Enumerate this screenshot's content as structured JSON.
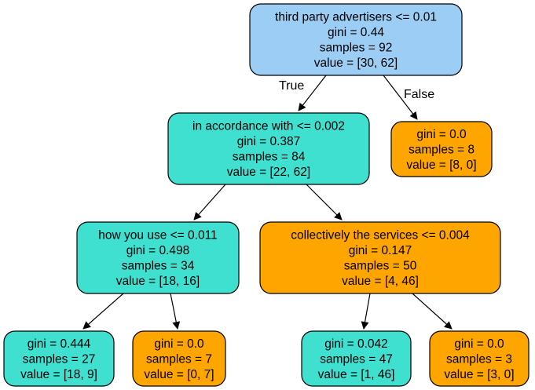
{
  "colors": {
    "blue": "#9ccdf5",
    "teal": "#3fe0d0",
    "orange": "#ffa500",
    "border": "#000000"
  },
  "nodes": [
    {
      "id": "n0",
      "color": "blue",
      "lines": [
        "third party advertisers <= 0.01",
        "gini = 0.44",
        "samples = 92",
        "value = [30, 62]"
      ]
    },
    {
      "id": "n1",
      "color": "teal",
      "lines": [
        "in accordance with <= 0.002",
        "gini = 0.387",
        "samples = 84",
        "value = [22, 62]"
      ]
    },
    {
      "id": "n2",
      "color": "orange",
      "lines": [
        "gini = 0.0",
        "samples = 8",
        "value = [8, 0]"
      ]
    },
    {
      "id": "n3",
      "color": "teal",
      "lines": [
        "how you use <= 0.011",
        "gini = 0.498",
        "samples = 34",
        "value = [18, 16]"
      ]
    },
    {
      "id": "n4",
      "color": "orange",
      "lines": [
        "collectively the services <= 0.004",
        "gini = 0.147",
        "samples = 50",
        "value = [4, 46]"
      ]
    },
    {
      "id": "n5",
      "color": "teal",
      "lines": [
        "gini = 0.444",
        "samples = 27",
        "value = [18, 9]"
      ]
    },
    {
      "id": "n6",
      "color": "orange",
      "lines": [
        "gini = 0.0",
        "samples = 7",
        "value = [0, 7]"
      ]
    },
    {
      "id": "n7",
      "color": "teal",
      "lines": [
        "gini = 0.042",
        "samples = 47",
        "value = [1, 46]"
      ]
    },
    {
      "id": "n8",
      "color": "orange",
      "lines": [
        "gini = 0.0",
        "samples = 3",
        "value = [3, 0]"
      ]
    }
  ],
  "edges": [
    {
      "from": "n0",
      "to": "n1",
      "label": "True"
    },
    {
      "from": "n0",
      "to": "n2",
      "label": "False"
    },
    {
      "from": "n1",
      "to": "n3",
      "label": ""
    },
    {
      "from": "n1",
      "to": "n4",
      "label": ""
    },
    {
      "from": "n3",
      "to": "n5",
      "label": ""
    },
    {
      "from": "n3",
      "to": "n6",
      "label": ""
    },
    {
      "from": "n4",
      "to": "n7",
      "label": ""
    },
    {
      "from": "n4",
      "to": "n8",
      "label": ""
    }
  ]
}
